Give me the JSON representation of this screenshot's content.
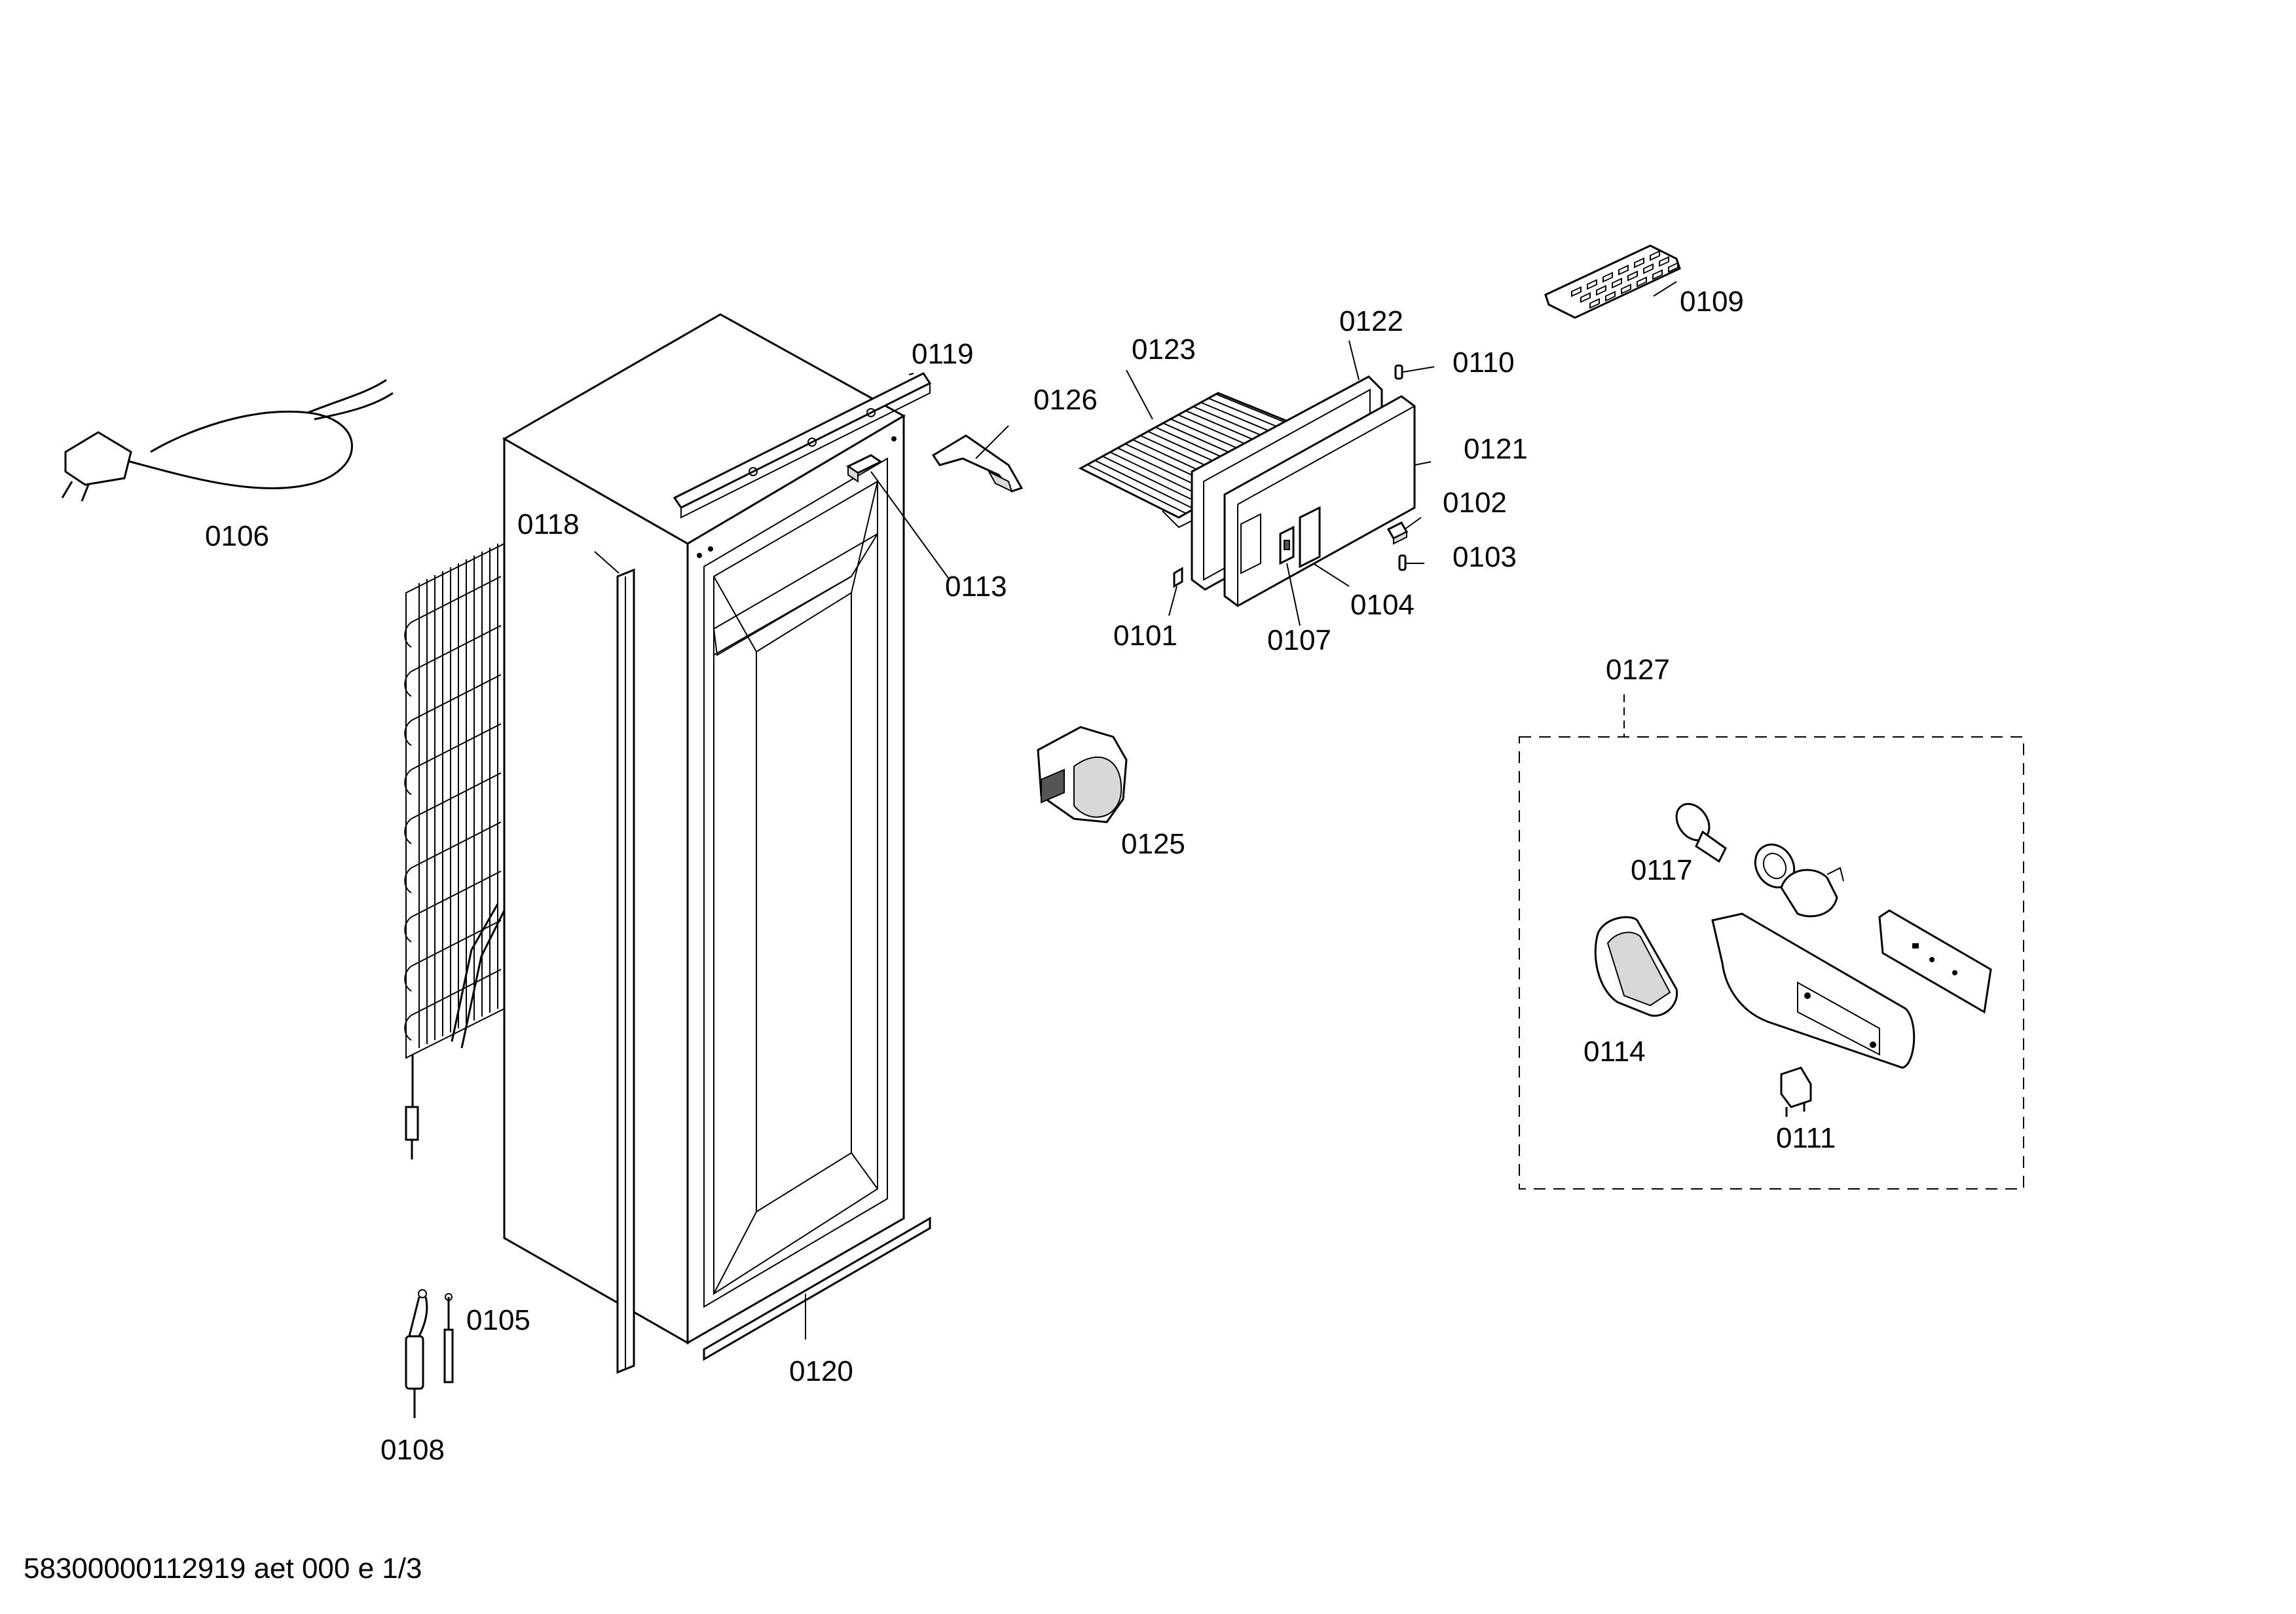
{
  "footer": "58300000112919 aet 000 e 1/3",
  "labels": {
    "p0101": "0101",
    "p0102": "0102",
    "p0103": "0103",
    "p0104": "0104",
    "p0105": "0105",
    "p0106": "0106",
    "p0107": "0107",
    "p0108": "0108",
    "p0109": "0109",
    "p0110": "0110",
    "p0111": "0111",
    "p0113": "0113",
    "p0114": "0114",
    "p0117": "0117",
    "p0118": "0118",
    "p0119": "0119",
    "p0120": "0120",
    "p0121": "0121",
    "p0122": "0122",
    "p0123": "0123",
    "p0125": "0125",
    "p0126": "0126",
    "p0127": "0127"
  }
}
